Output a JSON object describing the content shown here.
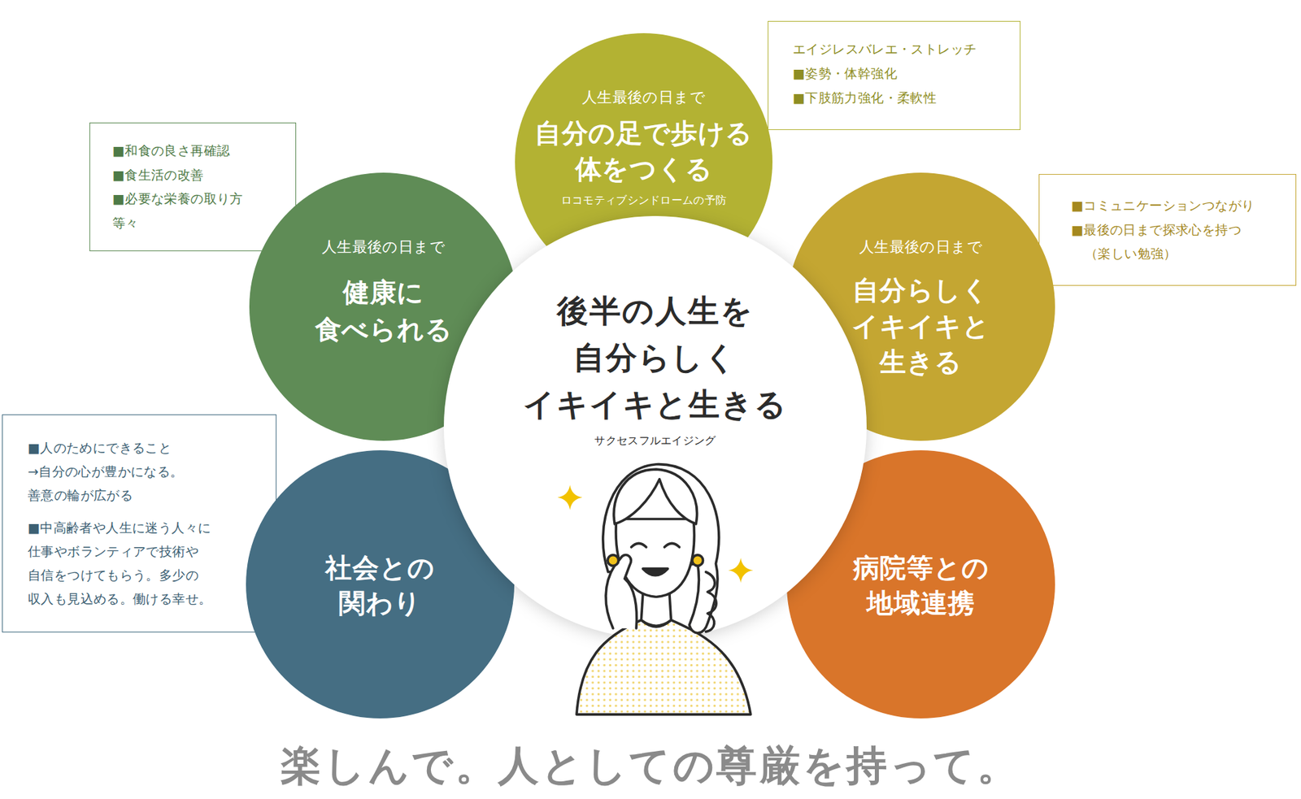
{
  "diagram": {
    "caption": "楽しんで。人としての尊厳を持って。",
    "nodes": [
      {
        "text": [
          "人生最後の日まで",
          "自分の足で歩ける 体をつくる",
          "ロコモティブシンドロームの予防"
        ]
      },
      {
        "text": [
          "エイジレスバレエ・ストレッチ",
          "■姿勢・体幹強化",
          "■下肢筋力強化・柔軟性"
        ]
      },
      {
        "text": [
          "■和食の良さ再確認",
          "■食生活の改善",
          "■必要な栄養の取り方 等々"
        ]
      },
      {
        "text": [
          "人生最後の日まで",
          "健康に 食べられる"
        ]
      },
      {
        "text": [
          "■コミュニケーションつながり",
          "■最後の日まで探求心を持つ （楽しい勉強）"
        ]
      },
      {
        "text": [
          "人生最後の日まで",
          "自分らしく イキイキと 生きる"
        ]
      },
      {
        "text": [
          "後半の人生を 自分らしく イキイキと生きる",
          "サクセスフルエイジング"
        ]
      },
      {
        "text": [
          "■人のためにできること →自分の心が豊かになる。 善意の輪が広がる",
          "■中高齢者や人生に迷う人々に 仕事やボランティアで技術や 自信をつけてもらう。多少の 収入も見込める。働ける幸せ。"
        ]
      },
      {
        "text": [
          "社会との 関わり"
        ]
      },
      {
        "text": [
          "病院等との 地域連携"
        ]
      }
    ]
  }
}
